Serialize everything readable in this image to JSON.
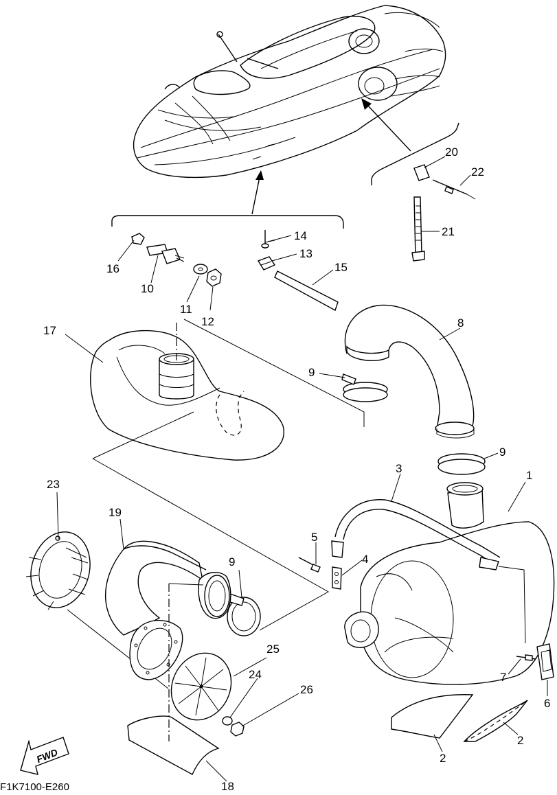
{
  "diagram_code": "F1K7100-E260",
  "fwd_label": "FWD",
  "callouts": {
    "c1": "1",
    "c2a": "2",
    "c2b": "2",
    "c3": "3",
    "c4": "4",
    "c5": "5",
    "c6": "6",
    "c7": "7",
    "c8": "8",
    "c9a": "9",
    "c9b": "9",
    "c9c": "9",
    "c10": "10",
    "c11": "11",
    "c12": "12",
    "c13": "13",
    "c14": "14",
    "c15": "15",
    "c16": "16",
    "c17": "17",
    "c18": "18",
    "c19": "19",
    "c20": "20",
    "c21": "21",
    "c22": "22",
    "c23": "23",
    "c24": "24",
    "c25": "25",
    "c26": "26"
  }
}
